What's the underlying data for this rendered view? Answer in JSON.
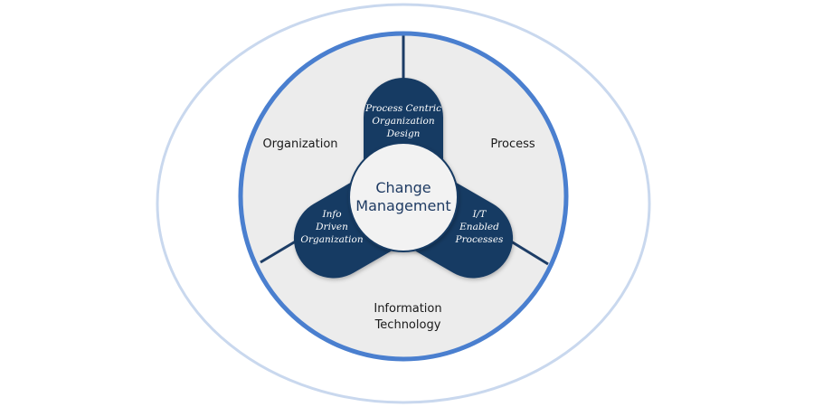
{
  "colors": {
    "outer_ring": "#c9d8ee",
    "main_ring": "#4a7fcf",
    "disc_fill": "#ececec",
    "petal": "#193a63",
    "divider": "#1d3d66",
    "center_fill": "#f2f2f2",
    "center_text": "#1f3b63"
  },
  "center": {
    "lines": [
      "Change",
      "Management"
    ]
  },
  "sectors": {
    "organization": "Organization",
    "process": "Process",
    "it_line1": "Information",
    "it_line2": "Technology"
  },
  "petals": {
    "top": [
      "Process  Centric",
      "Organization",
      "Design"
    ],
    "left": [
      "Info",
      "Driven",
      "Organization"
    ],
    "right": [
      "I/T",
      "Enabled",
      "Processes"
    ]
  }
}
